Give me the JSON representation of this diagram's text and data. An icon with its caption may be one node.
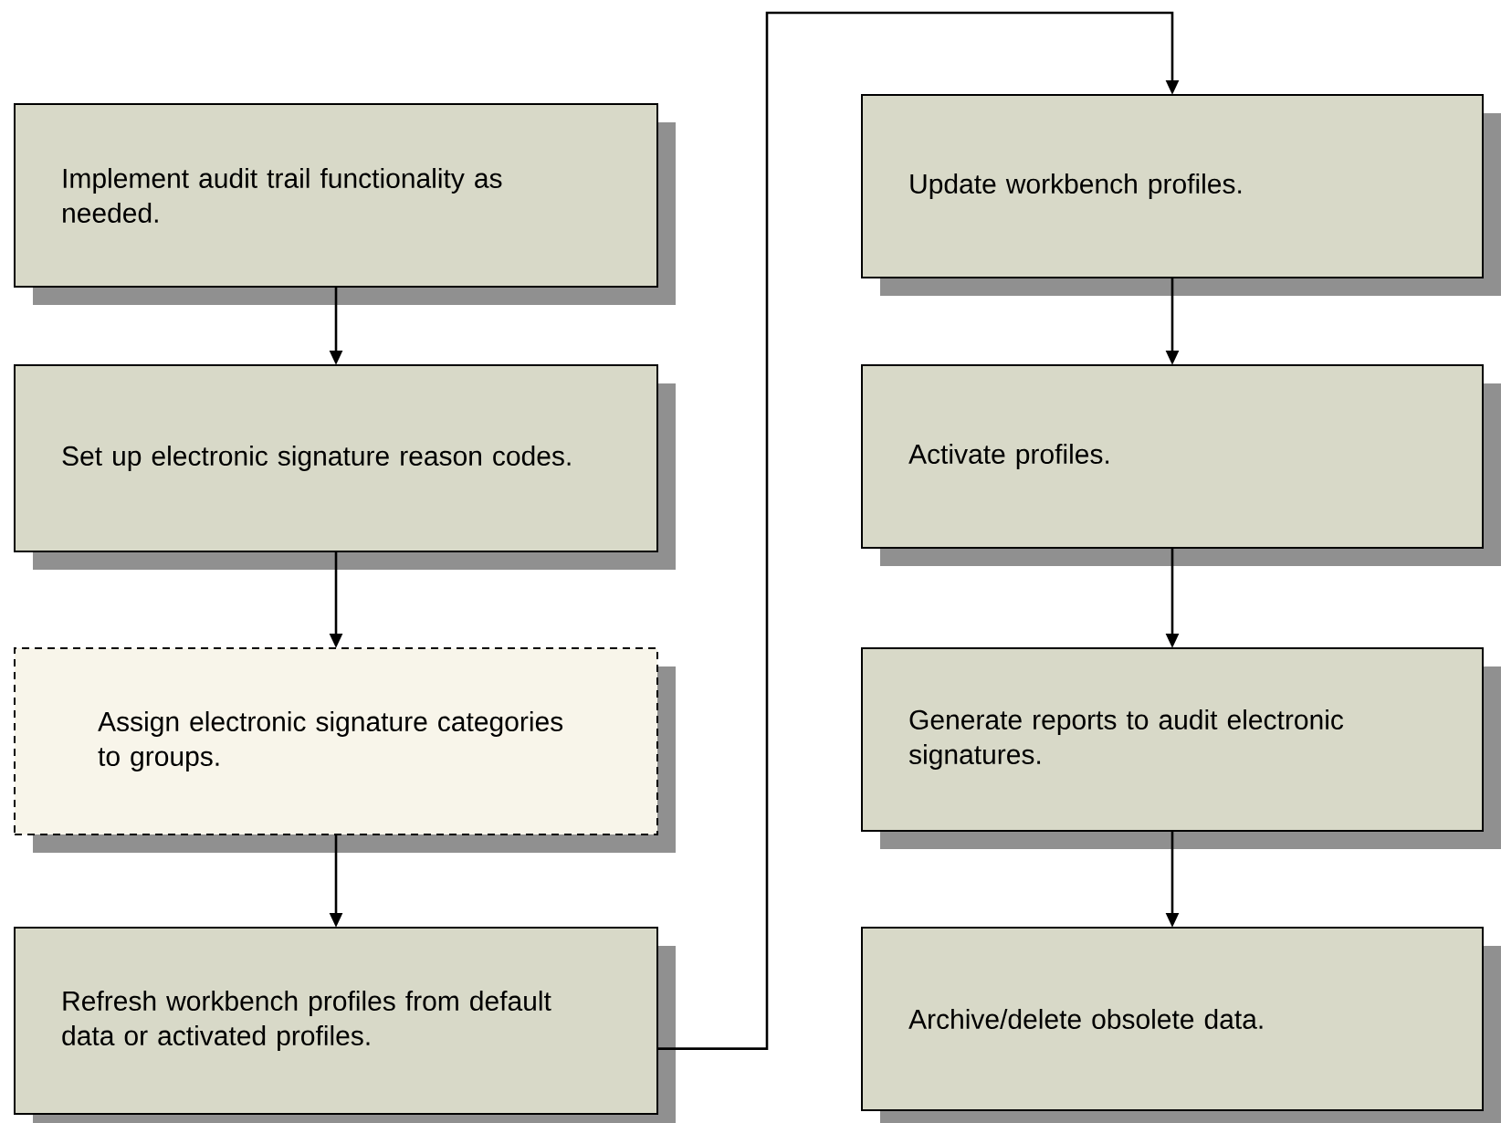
{
  "diagram": {
    "nodes": [
      {
        "text": [
          "Implement audit trail functionality as needed."
        ]
      },
      {
        "text": [
          "Set up electronic signature reason codes."
        ]
      },
      {
        "text": [
          "Assign electronic signature categories to groups."
        ]
      },
      {
        "text": [
          "Refresh workbench profiles from default data or activated profiles."
        ]
      },
      {
        "text": [
          "Update workbench profiles."
        ]
      },
      {
        "text": [
          "Activate profiles."
        ]
      },
      {
        "text": [
          "Generate reports to audit electronic signatures."
        ]
      },
      {
        "text": [
          "Archive/delete obsolete data."
        ]
      }
    ],
    "edges": [
      {
        "from": 0,
        "to": 1,
        "arrow": "to"
      },
      {
        "from": 1,
        "to": 2,
        "arrow": "to"
      },
      {
        "from": 2,
        "to": 3,
        "arrow": "to"
      },
      {
        "from": 3,
        "to": 4,
        "arrow": "to"
      },
      {
        "from": 4,
        "to": 5,
        "arrow": "to"
      },
      {
        "from": 5,
        "to": 6,
        "arrow": "to"
      },
      {
        "from": 6,
        "to": 7,
        "arrow": "to"
      }
    ]
  }
}
